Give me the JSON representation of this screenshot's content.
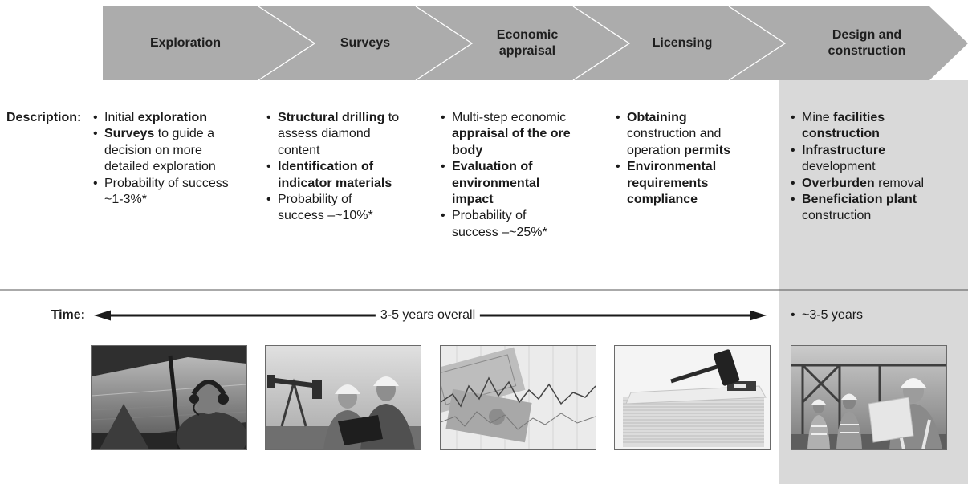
{
  "stages": [
    {
      "label": "Exploration"
    },
    {
      "label": "Surveys"
    },
    {
      "label": "Economic appraisal"
    },
    {
      "label": "Licensing"
    },
    {
      "label": "Design and construction"
    }
  ],
  "description_label": "Description:",
  "columns": [
    {
      "bullets": [
        [
          {
            "t": "Initial "
          },
          {
            "t": "exploration",
            "b": true
          }
        ],
        [
          {
            "t": "Surveys",
            "b": true
          },
          {
            "t": " to guide a decision on more detailed exploration"
          }
        ],
        [
          {
            "t": "Probability of success ~1-3%*"
          }
        ]
      ]
    },
    {
      "bullets": [
        [
          {
            "t": "Structural drilling",
            "b": true
          },
          {
            "t": " to assess diamond content"
          }
        ],
        [
          {
            "t": "Identification of indicator materials",
            "b": true
          }
        ],
        [
          {
            "t": "Probability of success –~10%*"
          }
        ]
      ]
    },
    {
      "bullets": [
        [
          {
            "t": "Multi-step economic "
          },
          {
            "t": "appraisal of the ore body",
            "b": true
          }
        ],
        [
          {
            "t": "Evaluation of environmental impact",
            "b": true
          }
        ],
        [
          {
            "t": "Probability of success –~25%*"
          }
        ]
      ]
    },
    {
      "bullets": [
        [
          {
            "t": "Obtaining",
            "b": true
          },
          {
            "t": " construction and operation "
          },
          {
            "t": "permits",
            "b": true
          }
        ],
        [
          {
            "t": "Environmental requirements compliance",
            "b": true
          }
        ]
      ]
    },
    {
      "bullets": [
        [
          {
            "t": "Mine "
          },
          {
            "t": "facilities construction",
            "b": true
          }
        ],
        [
          {
            "t": "Infrastructure",
            "b": true
          },
          {
            "t": " development"
          }
        ],
        [
          {
            "t": "Overburden",
            "b": true
          },
          {
            "t": " removal"
          }
        ],
        [
          {
            "t": "Beneficiation plant",
            "b": true
          },
          {
            "t": " construction"
          }
        ]
      ]
    }
  ],
  "time_label": "Time:",
  "overall_duration": "3-5 years overall",
  "design_duration": "~3-5 years",
  "colors": {
    "band": "#acacac",
    "panel": "#d9d9d9",
    "divider": "#ffffff",
    "text": "#1a1a1a",
    "rule": "#555555"
  }
}
